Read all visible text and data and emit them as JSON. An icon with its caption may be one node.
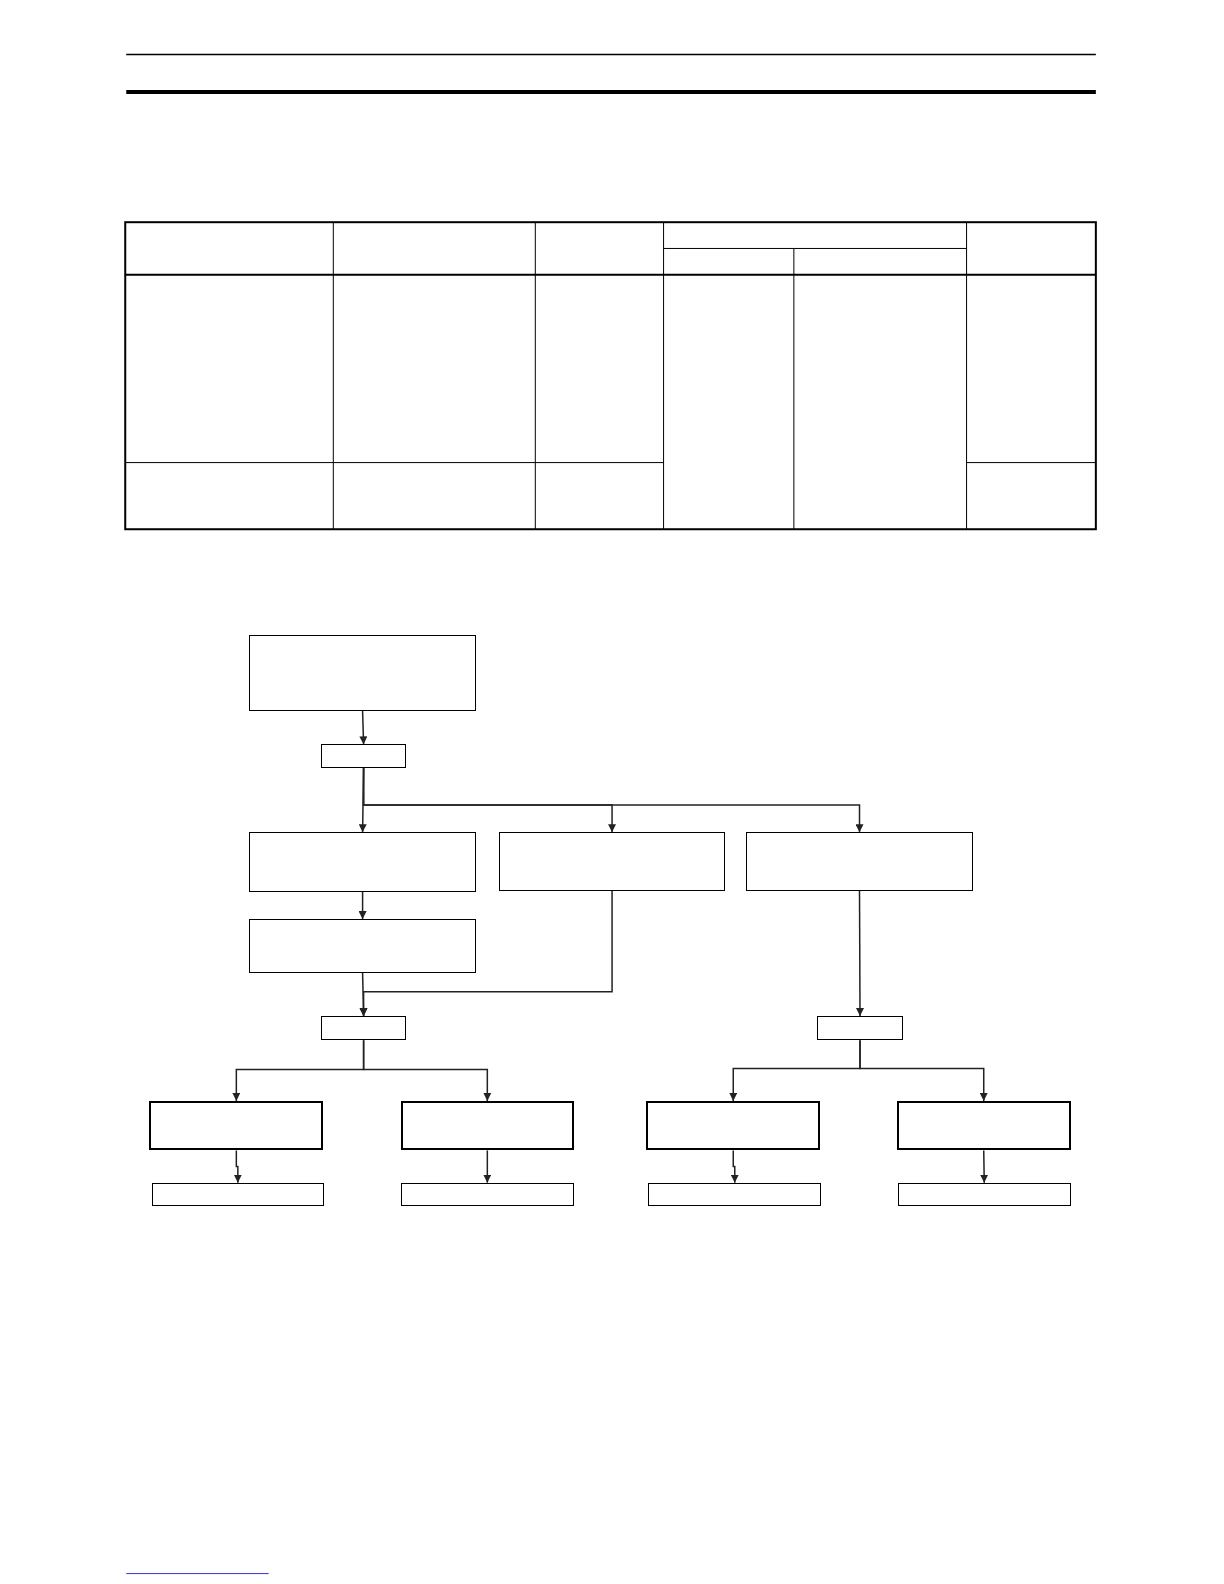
{
  "diagram": {
    "nodes": [
      {
        "text": [],
        "shape": "box"
      },
      {
        "text": [],
        "shape": "box"
      },
      {
        "text": [],
        "shape": "box"
      },
      {
        "text": [],
        "shape": "box"
      },
      {
        "text": [],
        "shape": "box"
      },
      {
        "text": [],
        "shape": "box"
      },
      {
        "text": [],
        "shape": "box"
      },
      {
        "text": [],
        "shape": "box"
      },
      {
        "text": [],
        "shape": "box"
      },
      {
        "text": [],
        "shape": "box"
      },
      {
        "text": [],
        "shape": "box"
      },
      {
        "text": [],
        "shape": "box"
      },
      {
        "text": [],
        "shape": "box"
      },
      {
        "text": [],
        "shape": "box"
      },
      {
        "text": [],
        "shape": "box"
      },
      {
        "text": [],
        "shape": "box"
      }
    ],
    "edges": [
      {
        "from": 0,
        "to": 1,
        "arrow": "to"
      },
      {
        "from": 1,
        "to": 2,
        "arrow": "to"
      },
      {
        "from": 1,
        "to": 3,
        "arrow": "to"
      },
      {
        "from": 1,
        "to": 4,
        "arrow": "to"
      },
      {
        "from": 2,
        "to": 5,
        "arrow": "to"
      },
      {
        "from": 5,
        "to": 6,
        "arrow": "to"
      },
      {
        "from": 3,
        "to": 6,
        "arrow": "to"
      },
      {
        "from": 4,
        "to": 7,
        "arrow": "to"
      },
      {
        "from": 6,
        "to": 8,
        "arrow": "to"
      },
      {
        "from": 6,
        "to": 9,
        "arrow": "to"
      },
      {
        "from": 7,
        "to": 10,
        "arrow": "to"
      },
      {
        "from": 7,
        "to": 11,
        "arrow": "to"
      },
      {
        "from": 8,
        "to": 12,
        "arrow": "to"
      },
      {
        "from": 9,
        "to": 13,
        "arrow": "to"
      },
      {
        "from": 10,
        "to": 14,
        "arrow": "to"
      },
      {
        "from": 11,
        "to": 15,
        "arrow": "to"
      }
    ]
  }
}
